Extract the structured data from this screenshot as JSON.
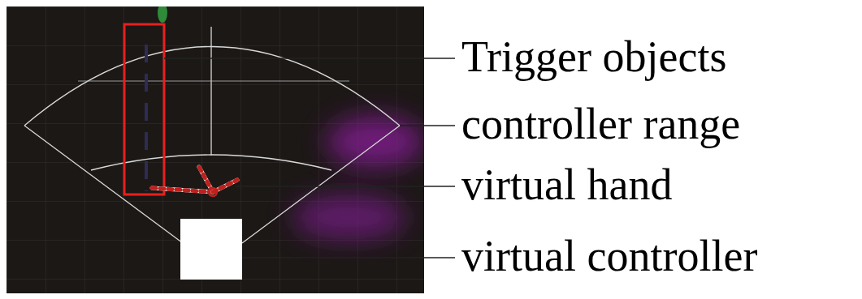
{
  "diagram": {
    "labels": [
      "Trigger objects",
      "controller range",
      "virtual hand",
      "virtual controller"
    ]
  }
}
